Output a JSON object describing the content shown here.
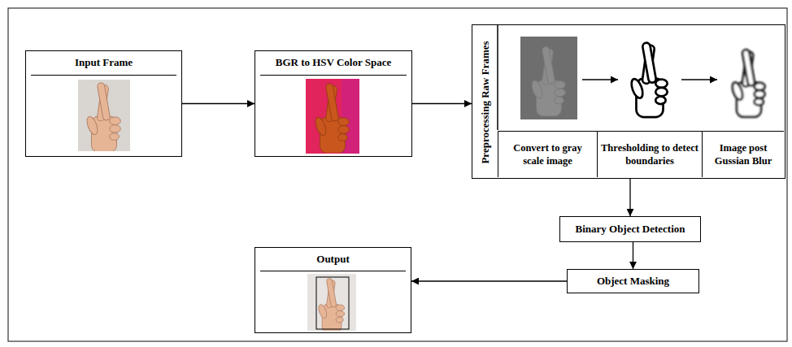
{
  "diagram": {
    "nodes": [
      {
        "text": [
          "Input Frame"
        ]
      },
      {
        "text": [
          "BGR to HSV Color Space"
        ]
      },
      {
        "text": [
          "Preprocessing Raw Frames"
        ]
      },
      {
        "text": [
          "Convert to gray scale image"
        ],
        "in": 2
      },
      {
        "text": [
          "Thresholding to detect boundaries"
        ],
        "in": 2
      },
      {
        "text": [
          "Image post Gussian Blur"
        ],
        "in": 2
      },
      {
        "text": [
          "Binary Object Detection"
        ]
      },
      {
        "text": [
          "Object Masking"
        ]
      },
      {
        "text": [
          "Output"
        ]
      }
    ],
    "edges": [
      {
        "from": 0,
        "to": 1,
        "arrow": "to"
      },
      {
        "from": 1,
        "to": 2,
        "arrow": "to"
      },
      {
        "from": 2,
        "to": 6,
        "arrow": "to"
      },
      {
        "from": 6,
        "to": 7,
        "arrow": "to"
      },
      {
        "from": 7,
        "to": 8,
        "arrow": "to"
      }
    ]
  }
}
